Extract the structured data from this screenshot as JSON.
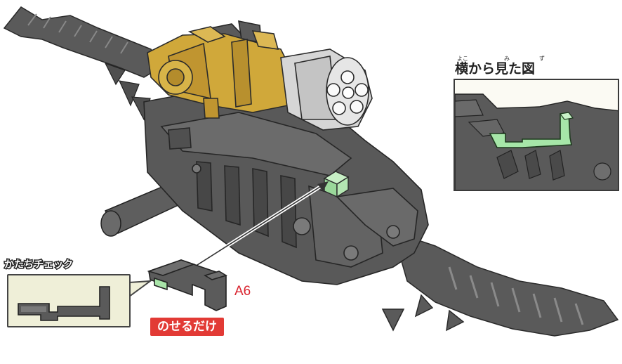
{
  "inset": {
    "title": "横から見た図",
    "ruby": [
      "よこ",
      "み",
      "ず"
    ]
  },
  "shape_check": {
    "title": "かたちチェック"
  },
  "part": {
    "label": "A6",
    "instruction": "のせるだけ"
  },
  "colors": {
    "body": "#585858",
    "gold": "#d0a83a",
    "highlight": "#a6e6a8",
    "red": "#e23a35"
  }
}
